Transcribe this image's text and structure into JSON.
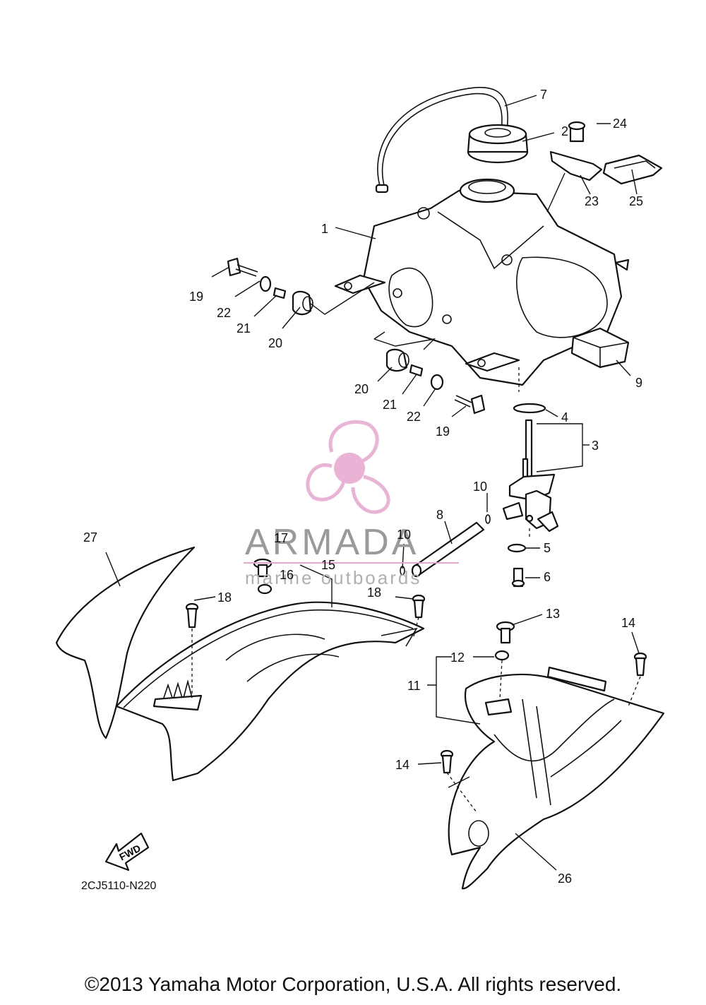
{
  "diagram_code": "2CJ5110-N220",
  "copyright": "©2013 Yamaha Motor Corporation, U.S.A. All rights reserved.",
  "watermark": {
    "title": "ARMADA",
    "subtitle": "marine outboards",
    "accent_color": "#e7a6cf"
  },
  "fwd_label": "FWD",
  "callouts": [
    "1",
    "2",
    "3",
    "4",
    "5",
    "6",
    "7",
    "8",
    "9",
    "10",
    "10",
    "11",
    "12",
    "13",
    "14",
    "14",
    "15",
    "16",
    "17",
    "18",
    "18",
    "19",
    "19",
    "20",
    "20",
    "21",
    "21",
    "22",
    "22",
    "23",
    "24",
    "25",
    "26",
    "27"
  ]
}
